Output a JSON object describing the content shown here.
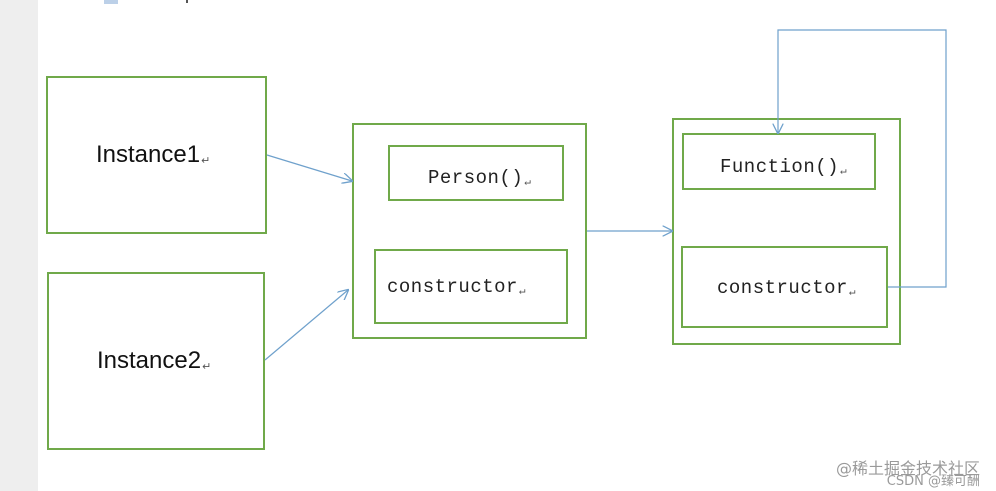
{
  "nodes": {
    "instance1": {
      "label": "Instance1"
    },
    "instance2": {
      "label": "Instance2"
    },
    "person_prototype": {
      "name_label": "Person()",
      "constructor_label": "constructor"
    },
    "function_prototype": {
      "name_label": "Function()",
      "constructor_label": "constructor"
    }
  },
  "return_mark": "↵",
  "watermark": {
    "line1": "@稀土掘金技术社区",
    "line2": "CSDN @臻可酬"
  },
  "colors": {
    "box_border": "#70a94a",
    "arrow": "#6fa1cc",
    "gutter": "#eeeeee"
  }
}
